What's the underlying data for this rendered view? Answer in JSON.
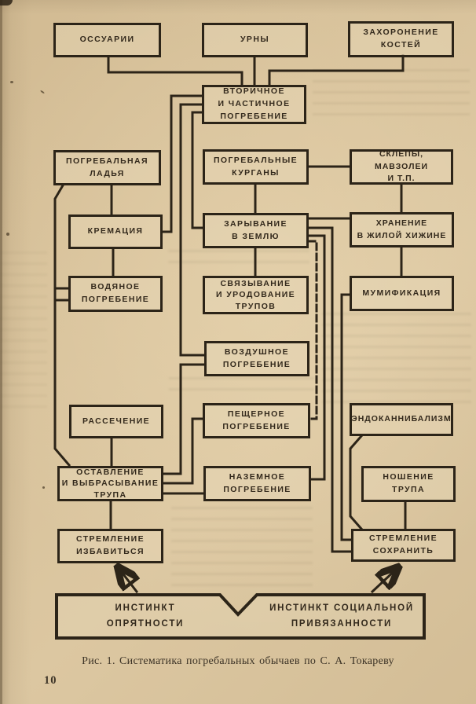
{
  "page": {
    "page_number": "10",
    "caption": "Рис. 1. Систематика погребальных обычаев по С. А. Токареву"
  },
  "diagram": {
    "colors": {
      "paper": "#d8c29b",
      "ink": "#2c2418"
    },
    "nodes": {
      "ossuaries": {
        "label": "ОССУАРИИ"
      },
      "urns": {
        "label": "УРНЫ"
      },
      "bone_burial": {
        "label": "ЗАХОРОНЕНИЕ\nКОСТЕЙ"
      },
      "secondary_partial_burial": {
        "label": "ВТОРИЧНОЕ\nИ ЧАСТИЧНОЕ\nПОГРЕБЕНИЕ"
      },
      "funeral_boat": {
        "label": "ПОГРЕБАЛЬНАЯ\nЛАДЬЯ"
      },
      "burial_mounds": {
        "label": "ПОГРЕБАЛЬНЫЕ\nКУРГАНЫ"
      },
      "crypts_mausoleums": {
        "label": "СКЛЕПЫ, МАВЗОЛЕИ\nИ Т.П."
      },
      "cremation": {
        "label": "КРЕМАЦИЯ"
      },
      "earth_burial": {
        "label": "ЗАРЫВАНИЕ\nВ ЗЕМЛЮ"
      },
      "hut_storage": {
        "label": "ХРАНЕНИЕ\nВ ЖИЛОЙ ХИЖИНЕ"
      },
      "water_burial": {
        "label": "ВОДЯНОЕ\nПОГРЕБЕНИЕ"
      },
      "binding_mutilation": {
        "label": "СВЯЗЫВАНИЕ\nИ УРОДОВАНИЕ\nТРУПОВ"
      },
      "mummification": {
        "label": "МУМИФИКАЦИЯ"
      },
      "air_burial": {
        "label": "ВОЗДУШНОЕ\nПОГРЕБЕНИЕ"
      },
      "dissection": {
        "label": "РАССЕЧЕНИЕ"
      },
      "cave_burial": {
        "label": "ПЕЩЕРНОЕ\nПОГРЕБЕНИЕ"
      },
      "endocannibalism": {
        "label": "ЭНДОКАННИБАЛИЗМ"
      },
      "abandonment": {
        "label": "ОСТАВЛЕНИЕ\nИ ВЫБРАСЫВАНИЕ\nТРУПА"
      },
      "ground_burial": {
        "label": "НАЗЕМНОЕ\nПОГРЕБЕНИЕ"
      },
      "corpse_carrying": {
        "label": "НОШЕНИЕ ТРУПА"
      },
      "desire_to_get_rid": {
        "label": "СТРЕМЛЕНИЕ\nИЗБАВИТЬСЯ"
      },
      "desire_to_preserve": {
        "label": "СТРЕМЛЕНИЕ\nСОХРАНИТЬ"
      },
      "instinct_tidiness": {
        "label": "ИНСТИНКТ\nОПРЯТНОСТИ"
      },
      "instinct_social": {
        "label": "ИНСТИНКТ СОЦИАЛЬНОЙ\nПРИВЯЗАННОСТИ"
      }
    },
    "edges": [
      {
        "from": "ossuaries",
        "to": "secondary_partial_burial",
        "style": "solid"
      },
      {
        "from": "urns",
        "to": "secondary_partial_burial",
        "style": "solid"
      },
      {
        "from": "bone_burial",
        "to": "secondary_partial_burial",
        "style": "solid"
      },
      {
        "from": "secondary_partial_burial",
        "to": "cremation",
        "style": "solid"
      },
      {
        "from": "secondary_partial_burial",
        "to": "air_burial",
        "style": "solid"
      },
      {
        "from": "secondary_partial_burial",
        "to": "earth_burial",
        "style": "solid"
      },
      {
        "from": "funeral_boat",
        "to": "cremation",
        "style": "solid"
      },
      {
        "from": "funeral_boat",
        "to": "abandonment",
        "style": "solid"
      },
      {
        "from": "water_burial",
        "to": "abandonment",
        "style": "solid"
      },
      {
        "from": "cremation",
        "to": "water_burial",
        "style": "solid"
      },
      {
        "from": "burial_mounds",
        "to": "crypts_mausoleums",
        "style": "solid"
      },
      {
        "from": "burial_mounds",
        "to": "earth_burial",
        "style": "solid"
      },
      {
        "from": "crypts_mausoleums",
        "to": "hut_storage",
        "style": "solid"
      },
      {
        "from": "earth_burial",
        "to": "hut_storage",
        "style": "solid"
      },
      {
        "from": "earth_burial",
        "to": "binding_mutilation",
        "style": "solid"
      },
      {
        "from": "earth_burial",
        "to": "ground_burial",
        "style": "solid"
      },
      {
        "from": "earth_burial",
        "to": "desire_to_preserve",
        "style": "solid"
      },
      {
        "from": "earth_burial",
        "to": "cave_burial",
        "style": "dashed"
      },
      {
        "from": "hut_storage",
        "to": "mummification",
        "style": "solid"
      },
      {
        "from": "mummification",
        "to": "desire_to_preserve",
        "style": "solid"
      },
      {
        "from": "air_burial",
        "to": "abandonment",
        "style": "solid"
      },
      {
        "from": "cave_burial",
        "to": "abandonment",
        "style": "solid"
      },
      {
        "from": "dissection",
        "to": "abandonment",
        "style": "solid"
      },
      {
        "from": "ground_burial",
        "to": "abandonment",
        "style": "solid"
      },
      {
        "from": "endocannibalism",
        "to": "desire_to_preserve",
        "style": "solid"
      },
      {
        "from": "corpse_carrying",
        "to": "desire_to_preserve",
        "style": "solid"
      },
      {
        "from": "abandonment",
        "to": "desire_to_get_rid",
        "style": "solid"
      },
      {
        "from": "instinct_tidiness",
        "to": "desire_to_get_rid",
        "style": "arrow"
      },
      {
        "from": "instinct_social",
        "to": "desire_to_preserve",
        "style": "arrow"
      }
    ]
  }
}
